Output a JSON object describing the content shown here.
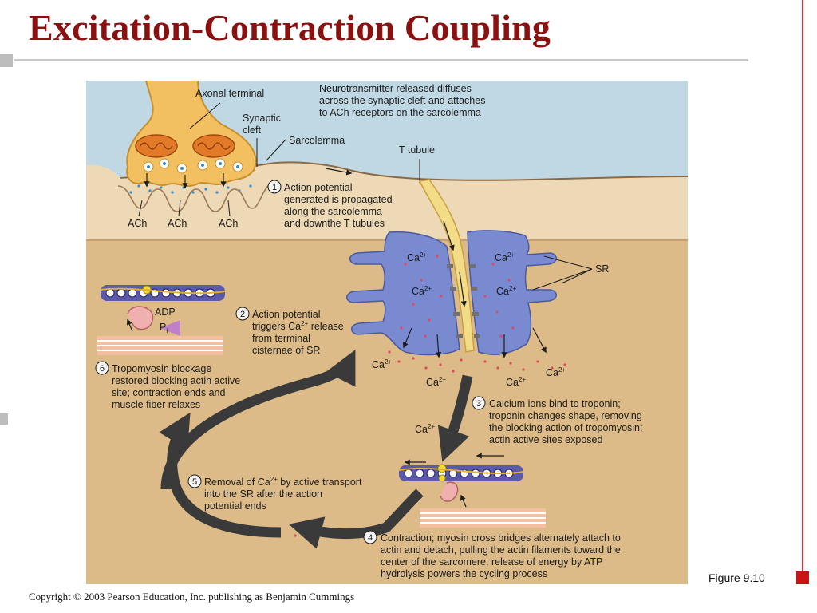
{
  "slide": {
    "title": "Excitation-Contraction Coupling",
    "figure_number": "Figure 9.10",
    "copyright": "Copyright © 2003 Pearson Education, Inc. publishing as Benjamin Cummings"
  },
  "diagram": {
    "labels": {
      "axonal_terminal": "Axonal terminal",
      "synaptic_cleft_1": "Synaptic",
      "synaptic_cleft_2": "cleft",
      "sarcolemma": "Sarcolemma",
      "t_tubule": "T tubule",
      "sr": "SR",
      "ach": "ACh",
      "adp": "ADP",
      "pi_main": "P",
      "pi_sub": "i",
      "ca": "Ca",
      "ca_charge": "2+"
    },
    "neurotransmitter_note": [
      "Neurotransmitter released diffuses",
      "across the synaptic cleft and attaches",
      "to ACh receptors on the sarcolemma"
    ],
    "steps": [
      {
        "number": "1",
        "lines": [
          "Action potential",
          "generated is propagated",
          "along the sarcolemma",
          "and downthe T tubules"
        ]
      },
      {
        "number": "2",
        "line1": "Action potential",
        "line2_pre": "triggers Ca",
        "line2_sup": "2+",
        "line2_post": " release",
        "line3": "from terminal",
        "line4": "cisternae of SR"
      },
      {
        "number": "3",
        "lines": [
          "Calcium ions bind to troponin;",
          "troponin changes shape, removing",
          "the blocking action of tropomyosin;",
          "actin active sites exposed"
        ]
      },
      {
        "number": "4",
        "lines": [
          "Contraction; myosin cross bridges alternately attach to",
          "actin and detach, pulling the actin filaments toward the",
          "center of the sarcomere; release of energy by ATP",
          "hydrolysis powers the cycling process"
        ]
      },
      {
        "number": "5",
        "line1_pre": "Removal of Ca",
        "line1_sup": "2+",
        "line1_post": " by active transport",
        "line2": "into the SR after the action",
        "line3": "potential ends"
      },
      {
        "number": "6",
        "lines": [
          "Tropomyosin blockage",
          "restored blocking actin active",
          "site; contraction ends and",
          "muscle fiber relaxes"
        ]
      }
    ]
  }
}
